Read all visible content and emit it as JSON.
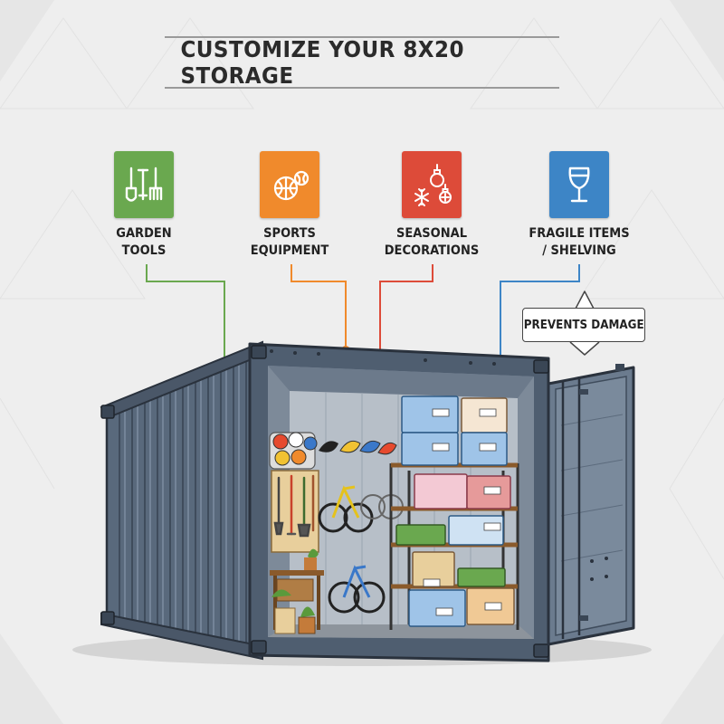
{
  "title": "CUSTOMIZE YOUR 8X20 STORAGE",
  "categories": [
    {
      "label": "GARDEN\nTOOLS",
      "icon": "garden-tools-icon",
      "color": "#6aa84f"
    },
    {
      "label": "SPORTS\nEQUIPMENT",
      "icon": "sports-balls-icon",
      "color": "#f08a2c"
    },
    {
      "label": "SEASONAL\nDECORATIONS",
      "icon": "ornaments-icon",
      "color": "#dd4b39"
    },
    {
      "label": "FRAGILE ITEMS\n/ SHELVING",
      "icon": "wine-glass-icon",
      "color": "#3d85c6"
    }
  ],
  "callout": "PREVENTS DAMAGE",
  "colors": {
    "container": "#59697c",
    "container_dark": "#3f4c5c",
    "background": "#eeeeee"
  }
}
